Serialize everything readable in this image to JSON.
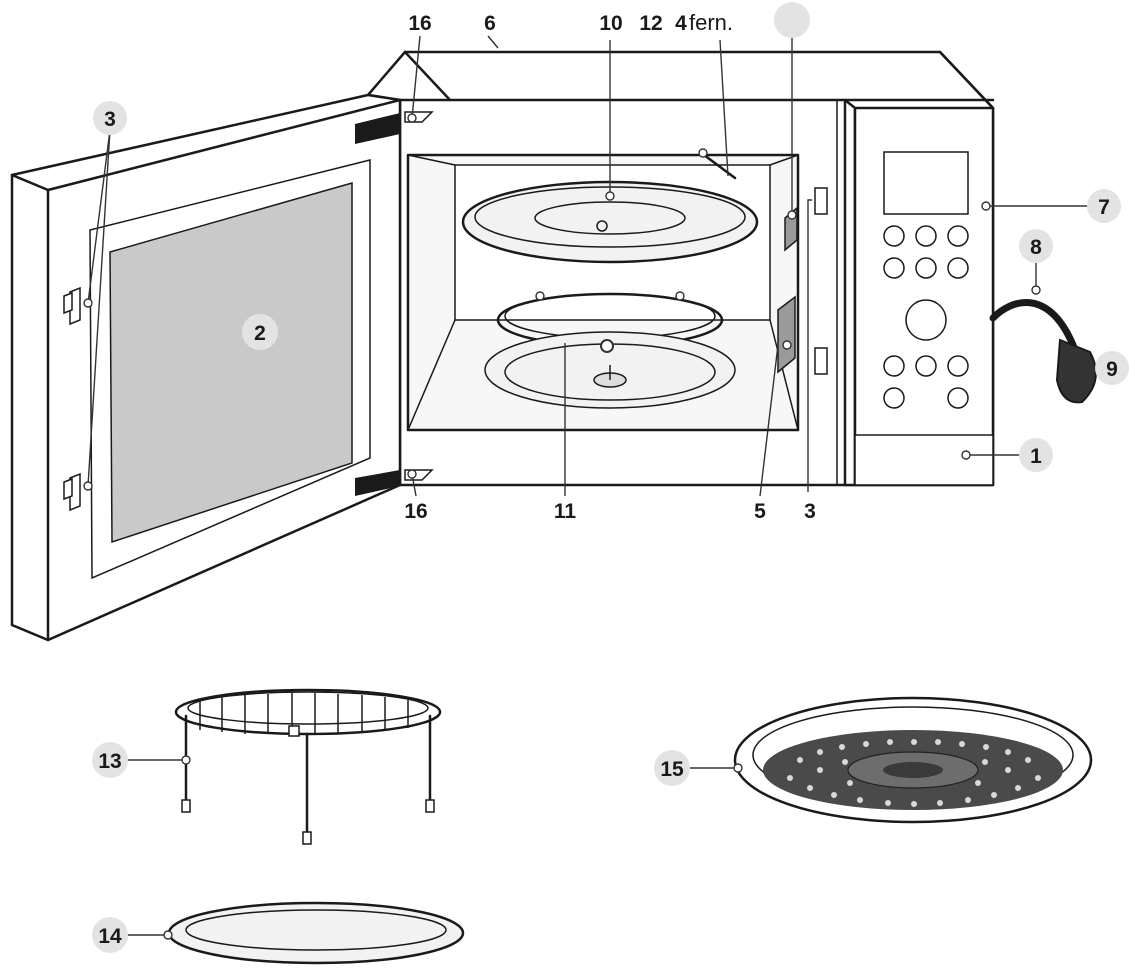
{
  "header_text": "fern.",
  "labels": [
    "1",
    "2",
    "3",
    "3",
    "4",
    "5",
    "6",
    "7",
    "8",
    "9",
    "10",
    "11",
    "12",
    "13",
    "14",
    "15",
    "16",
    "16"
  ]
}
